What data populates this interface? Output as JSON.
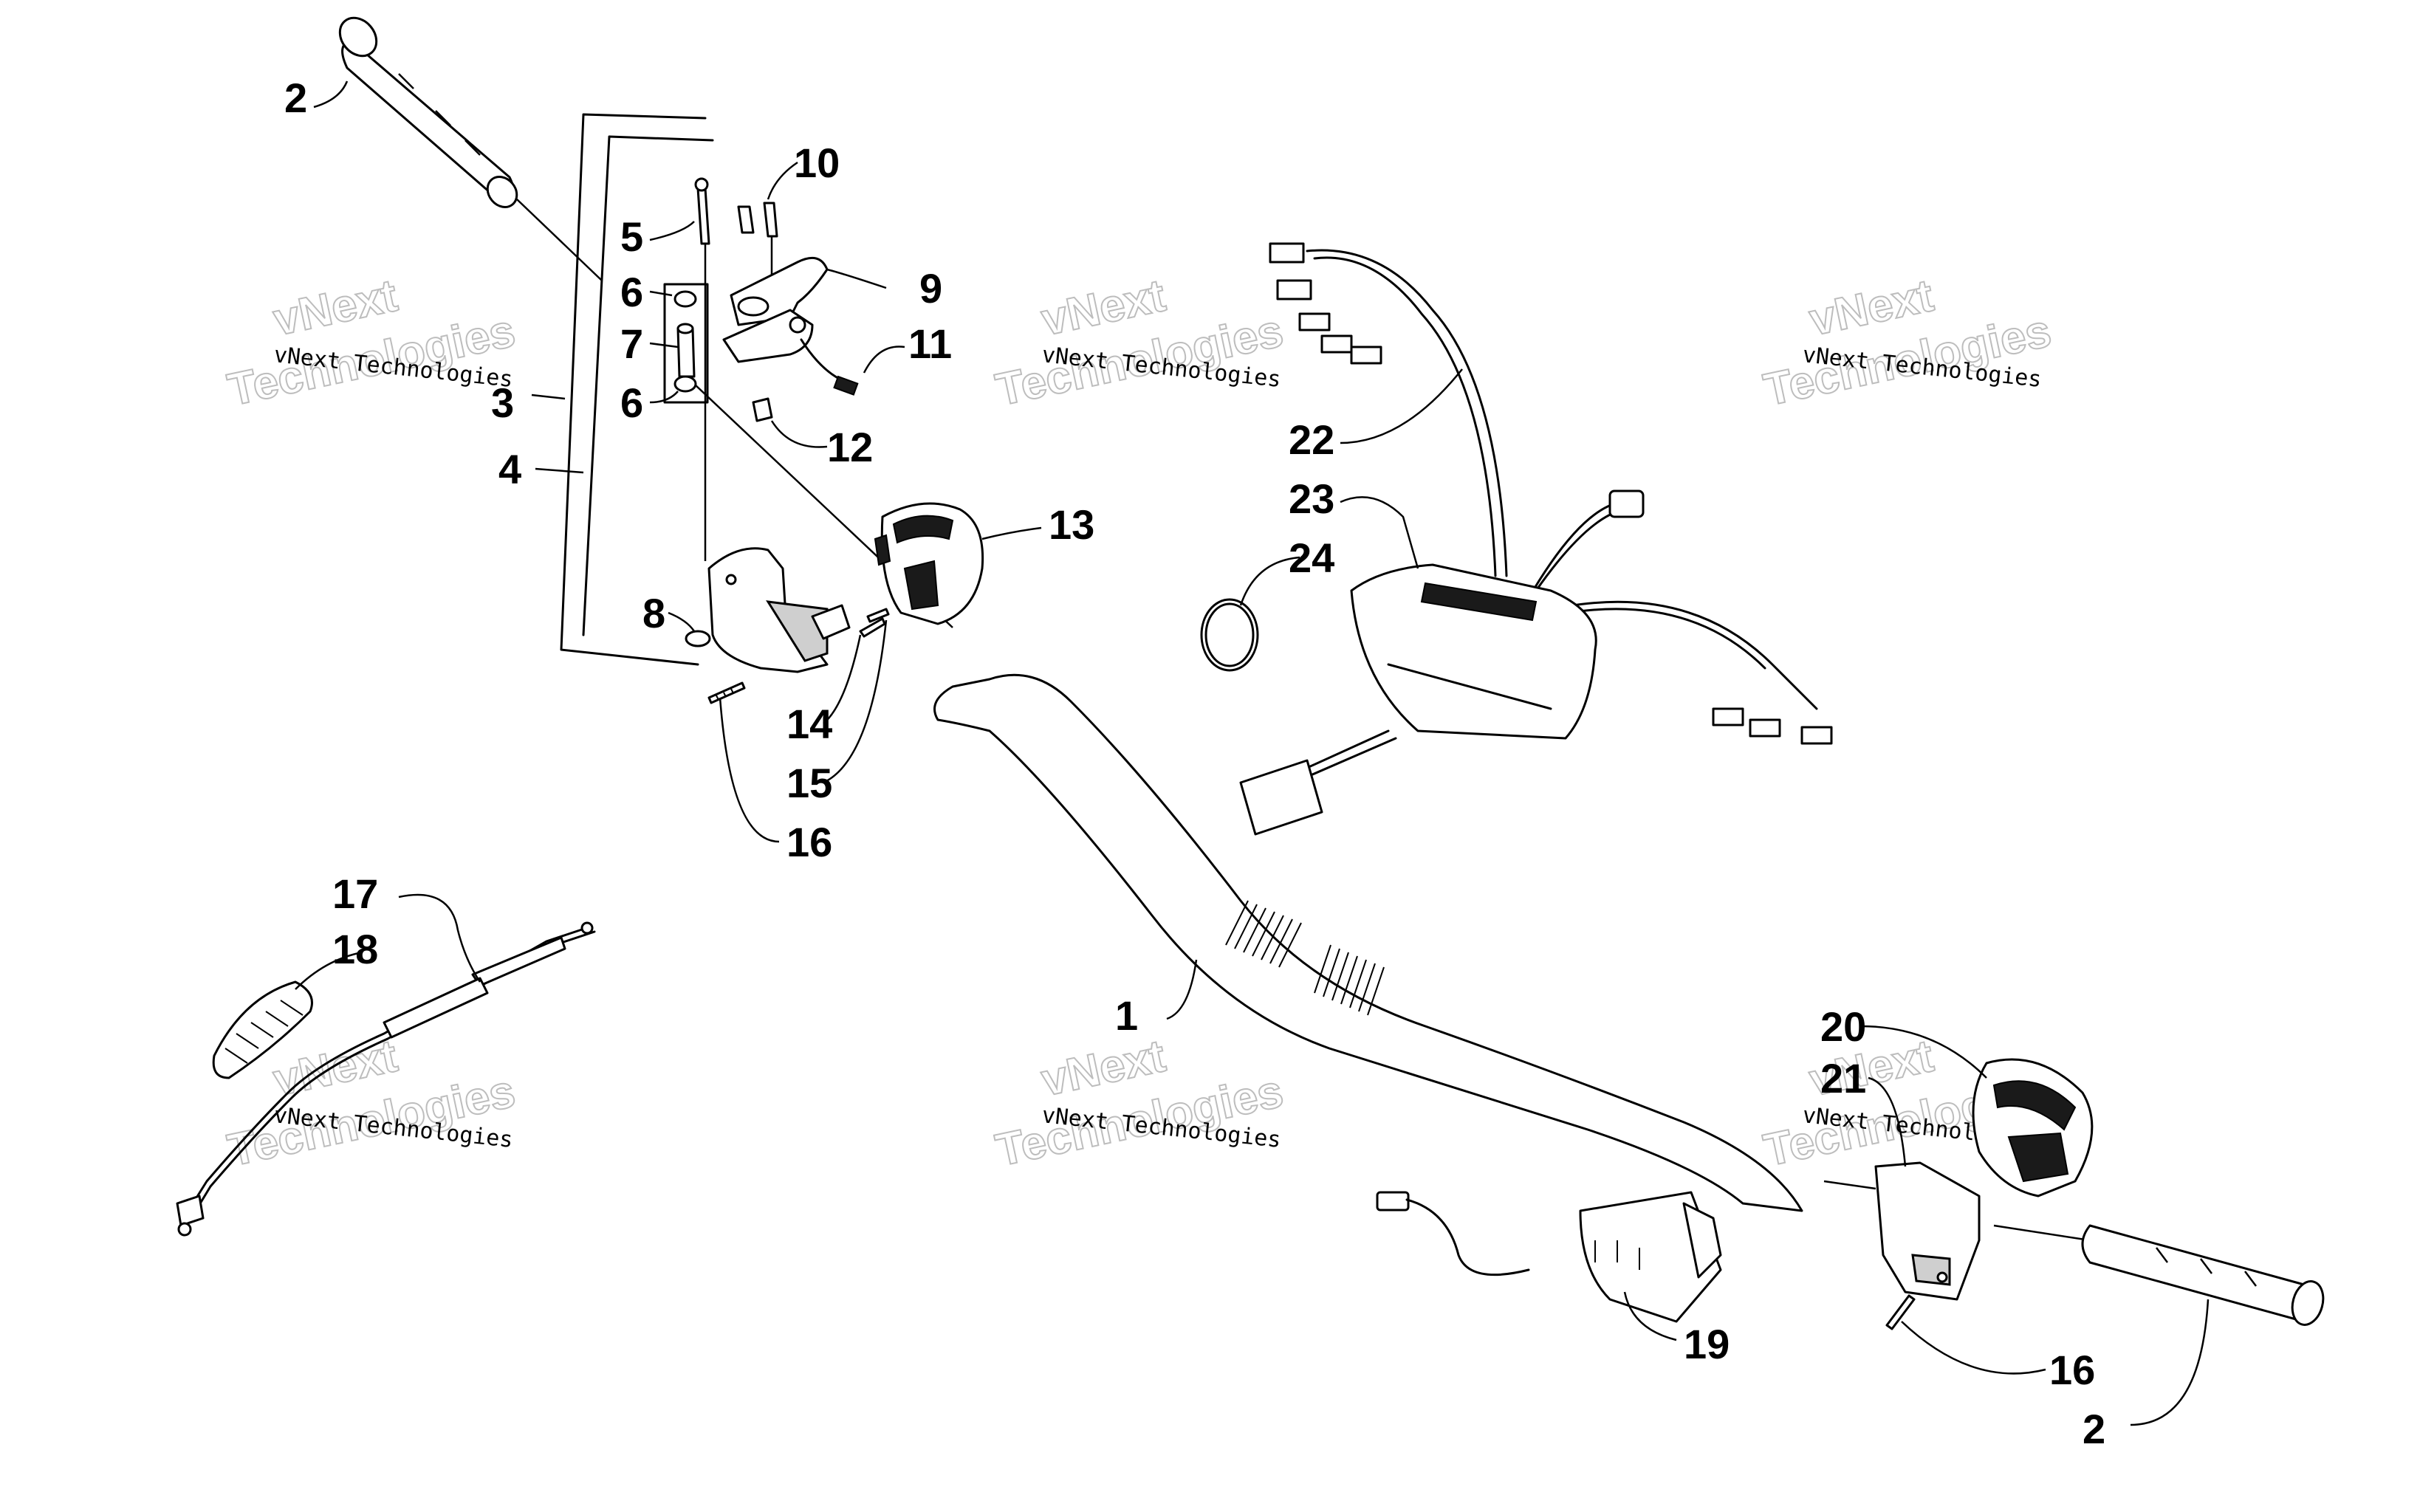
{
  "diagram": {
    "callouts": {
      "c1": "1",
      "c2a": "2",
      "c2b": "2",
      "c3": "3",
      "c4": "4",
      "c5": "5",
      "c6a": "6",
      "c6b": "6",
      "c7": "7",
      "c8": "8",
      "c9": "9",
      "c10": "10",
      "c11": "11",
      "c12": "12",
      "c13": "13",
      "c14": "14",
      "c15": "15",
      "c16a": "16",
      "c16b": "16",
      "c17": "17",
      "c18": "18",
      "c19": "19",
      "c20": "20",
      "c21": "21",
      "c22": "22",
      "c23": "23",
      "c24": "24"
    },
    "watermark": {
      "company_line": "vNext Technologies",
      "brand_top": "vNext",
      "brand_bottom": "Technologies"
    }
  }
}
